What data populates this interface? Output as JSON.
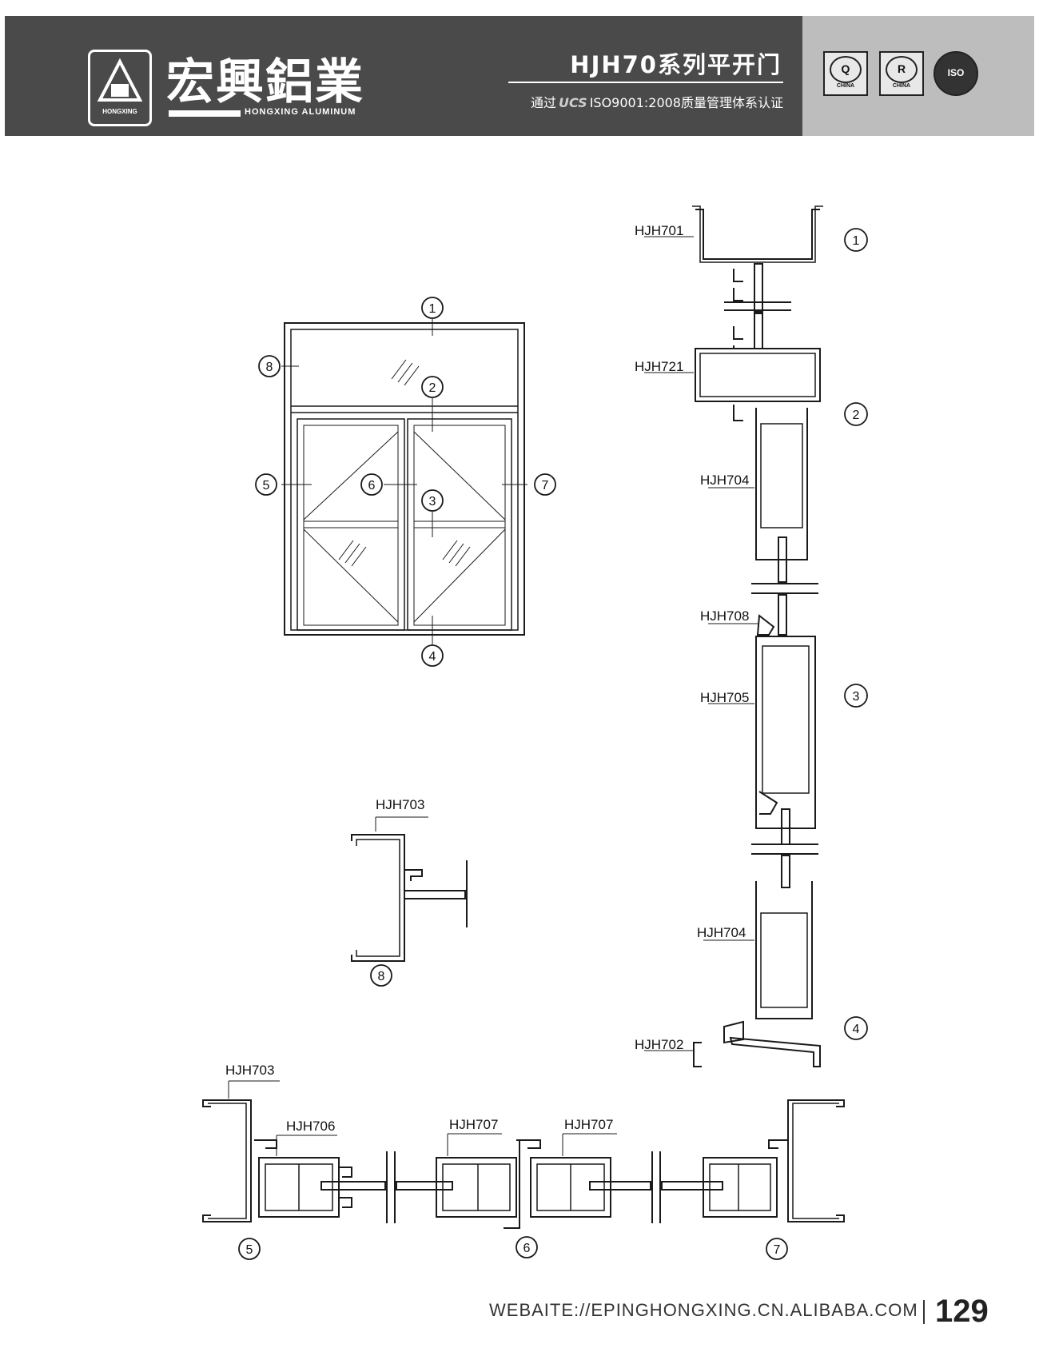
{
  "header": {
    "logo_sub": "HONGXING",
    "brand_cn": "宏興鋁業",
    "brand_en": "HONGXING ALUMINUM",
    "series_title": "HJH70系列平开门",
    "cert_prefix": "通过",
    "cert_logo": "UCS",
    "cert_text": "ISO9001:2008质量管理体系认证",
    "badges": [
      {
        "letter": "Q",
        "sub": "CHINA"
      },
      {
        "letter": "R",
        "sub": "CHINA"
      }
    ],
    "globe_label": "ISO"
  },
  "elevation": {
    "callouts": [
      "1",
      "2",
      "3",
      "4",
      "5",
      "6",
      "7",
      "8"
    ]
  },
  "vertical_section": {
    "labels": [
      "HJH701",
      "HJH721",
      "HJH704",
      "HJH708",
      "HJH705",
      "HJH704",
      "HJH702"
    ],
    "callouts": [
      "1",
      "2",
      "3",
      "4"
    ]
  },
  "detail_8": {
    "label": "HJH703",
    "callout": "8"
  },
  "horizontal_section": {
    "labels": [
      "HJH703",
      "HJH706",
      "HJH707",
      "HJH707"
    ],
    "callouts": [
      "5",
      "6",
      "7"
    ]
  },
  "footer": {
    "url": "WEBAITE://EPINGHONGXING.CN.ALIBABA.COM",
    "page": "129"
  }
}
